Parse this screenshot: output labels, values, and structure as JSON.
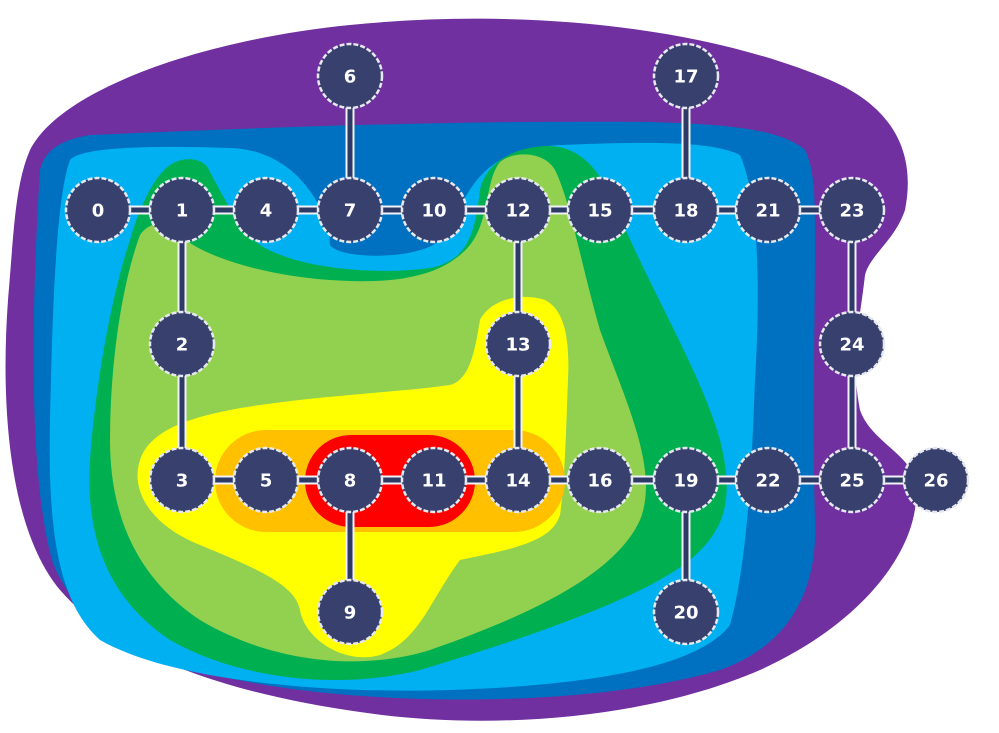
{
  "colors": {
    "region_outer": "#7030a0",
    "region_blue": "#0070c0",
    "region_light_blue": "#00b0f0",
    "region_green": "#00b050",
    "region_light_green": "#92d050",
    "region_yellow": "#ffff00",
    "region_orange": "#ffc000",
    "region_red": "#ff0000",
    "node_fill": "#38406e"
  },
  "graph": {
    "nodes": [
      {
        "id": "n0",
        "label": "0"
      },
      {
        "id": "n1",
        "label": "1"
      },
      {
        "id": "n2",
        "label": "2"
      },
      {
        "id": "n3",
        "label": "3"
      },
      {
        "id": "n4",
        "label": "4"
      },
      {
        "id": "n5",
        "label": "5"
      },
      {
        "id": "n6",
        "label": "6"
      },
      {
        "id": "n7",
        "label": "7"
      },
      {
        "id": "n8",
        "label": "8"
      },
      {
        "id": "n9",
        "label": "9"
      },
      {
        "id": "n10",
        "label": "10"
      },
      {
        "id": "n11",
        "label": "11"
      },
      {
        "id": "n12",
        "label": "12"
      },
      {
        "id": "n13",
        "label": "13"
      },
      {
        "id": "n14",
        "label": "14"
      },
      {
        "id": "n15",
        "label": "15"
      },
      {
        "id": "n16",
        "label": "16"
      },
      {
        "id": "n17",
        "label": "17"
      },
      {
        "id": "n18",
        "label": "18"
      },
      {
        "id": "n19",
        "label": "19"
      },
      {
        "id": "n20",
        "label": "20"
      },
      {
        "id": "n21",
        "label": "21"
      },
      {
        "id": "n22",
        "label": "22"
      },
      {
        "id": "n23",
        "label": "23"
      },
      {
        "id": "n24",
        "label": "24"
      },
      {
        "id": "n25",
        "label": "25"
      },
      {
        "id": "n26",
        "label": "26"
      }
    ],
    "edges": [
      [
        "n0",
        "n1"
      ],
      [
        "n1",
        "n4"
      ],
      [
        "n4",
        "n7"
      ],
      [
        "n7",
        "n10"
      ],
      [
        "n10",
        "n12"
      ],
      [
        "n12",
        "n15"
      ],
      [
        "n15",
        "n18"
      ],
      [
        "n18",
        "n21"
      ],
      [
        "n21",
        "n23"
      ],
      [
        "n6",
        "n7"
      ],
      [
        "n17",
        "n18"
      ],
      [
        "n1",
        "n2"
      ],
      [
        "n2",
        "n3"
      ],
      [
        "n12",
        "n13"
      ],
      [
        "n13",
        "n14"
      ],
      [
        "n23",
        "n24"
      ],
      [
        "n24",
        "n25"
      ],
      [
        "n3",
        "n5"
      ],
      [
        "n5",
        "n8"
      ],
      [
        "n8",
        "n11"
      ],
      [
        "n11",
        "n14"
      ],
      [
        "n14",
        "n16"
      ],
      [
        "n16",
        "n19"
      ],
      [
        "n19",
        "n22"
      ],
      [
        "n22",
        "n25"
      ],
      [
        "n25",
        "n26"
      ],
      [
        "n8",
        "n9"
      ],
      [
        "n19",
        "n20"
      ]
    ]
  }
}
